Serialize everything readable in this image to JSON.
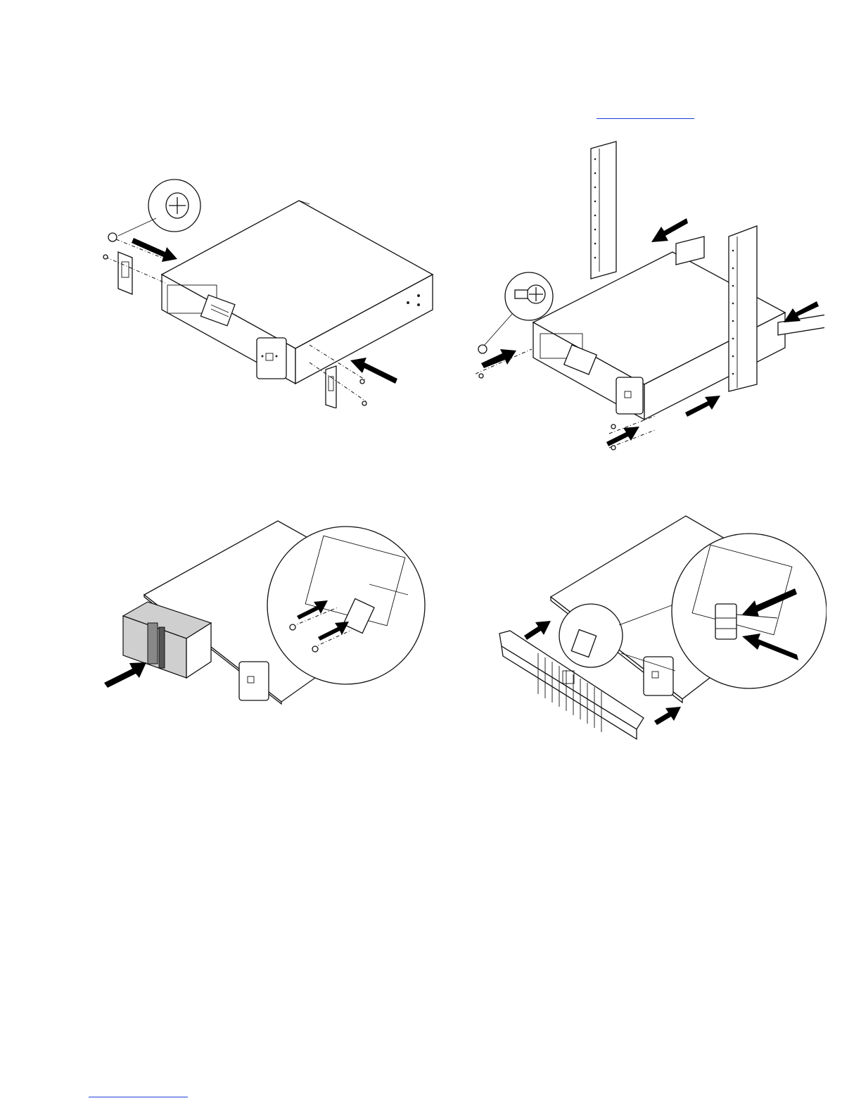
{
  "page": {
    "background": "#ffffff",
    "link_color": "#1a3fd6"
  },
  "figures": [
    {
      "id": "fig1",
      "depicts": "mount-brackets-to-ups",
      "icon": "screw-detail-icon"
    },
    {
      "id": "fig2",
      "depicts": "install-ups-in-rack",
      "icon": "screw-detail-icon"
    },
    {
      "id": "fig3",
      "depicts": "insert-battery-and-secure-bracket",
      "icon": "magnified-detail-icon"
    },
    {
      "id": "fig4",
      "depicts": "connect-battery-and-attach-front-bezel",
      "icon": "magnified-detail-icon"
    }
  ]
}
